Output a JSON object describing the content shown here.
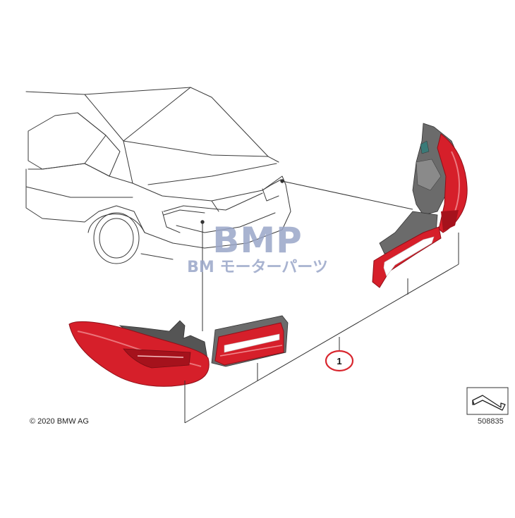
{
  "watermark": {
    "title": "BMP",
    "subtitle": "BM モーターパーツ"
  },
  "callout": {
    "number": "1"
  },
  "footer": {
    "copyright": "© 2020 BMW AG",
    "diagram_number": "508835"
  },
  "icons": {
    "orientation": "arrow-bracket-icon"
  },
  "colors": {
    "lamp_red": "#d61f2a",
    "lamp_dark_red": "#a5121c",
    "housing_gray": "#6b6b6b",
    "callout_ring": "#d8262e",
    "watermark": "#9aa6c8",
    "line_art": "#333333"
  }
}
